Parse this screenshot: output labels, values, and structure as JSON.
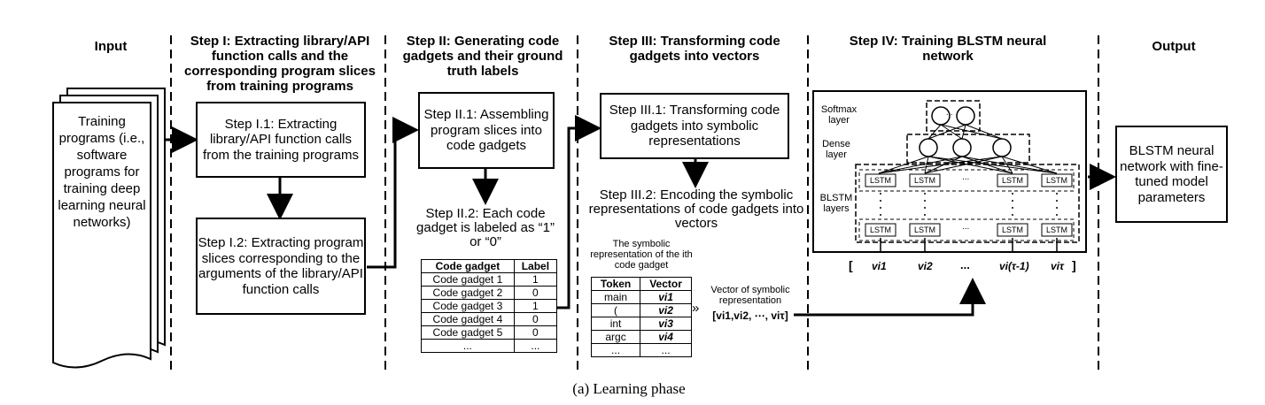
{
  "headers": {
    "input": "Input",
    "step1": "Step I: Extracting library/API function calls and the corresponding program slices from training programs",
    "step2": "Step II: Generating code gadgets and their ground truth labels",
    "step3": "Step III: Transforming code gadgets into vectors",
    "step4": "Step IV: Training BLSTM neural network",
    "output": "Output"
  },
  "input_doc": "Training programs (i.e., software programs for training deep learning neural networks)",
  "step1": {
    "box1": "Step I.1: Extracting library/API function calls from the training programs",
    "box2": "Step I.2: Extracting program slices corresponding to the arguments of the library/API function calls"
  },
  "step2": {
    "box1": "Step II.1: Assembling program slices into code gadgets",
    "label_text": "Step II.2: Each code gadget is labeled as “1” or “0”",
    "table": {
      "headers": [
        "Code gadget",
        "Label"
      ],
      "rows": [
        [
          "Code gadget 1",
          "1"
        ],
        [
          "Code gadget 2",
          "0"
        ],
        [
          "Code gadget 3",
          "1"
        ],
        [
          "Code gadget 4",
          "0"
        ],
        [
          "Code gadget 5",
          "0"
        ],
        [
          "...",
          "..."
        ]
      ]
    }
  },
  "step3": {
    "box1": "Step III.1: Transforming code gadgets into symbolic representations",
    "text2": "Step III.2: Encoding the symbolic representations of code gadgets into vectors",
    "table_caption": "The symbolic representation of the ith code gadget",
    "table": {
      "headers": [
        "Token",
        "Vector"
      ],
      "rows": [
        [
          "main",
          "vi1"
        ],
        [
          "(",
          "vi2"
        ],
        [
          "int",
          "vi3"
        ],
        [
          "argc",
          "vi4"
        ],
        [
          "...",
          "..."
        ]
      ]
    },
    "vector_label": "Vector of symbolic representation",
    "vector_expr": "[vi1,vi2, ⋯, viτ]"
  },
  "step4": {
    "softmax_label": "Softmax layer",
    "dense_label": "Dense layer",
    "blstm_label": "BLSTM layers",
    "lstm_cell": "LSTM",
    "ellipsis": "...",
    "inputs": [
      "[",
      "vi1",
      "vi2",
      "...",
      "vi(τ-1)",
      "viτ",
      "]"
    ]
  },
  "output_box": "BLSTM neural network with fine-tuned model parameters",
  "caption": "(a) Learning phase"
}
